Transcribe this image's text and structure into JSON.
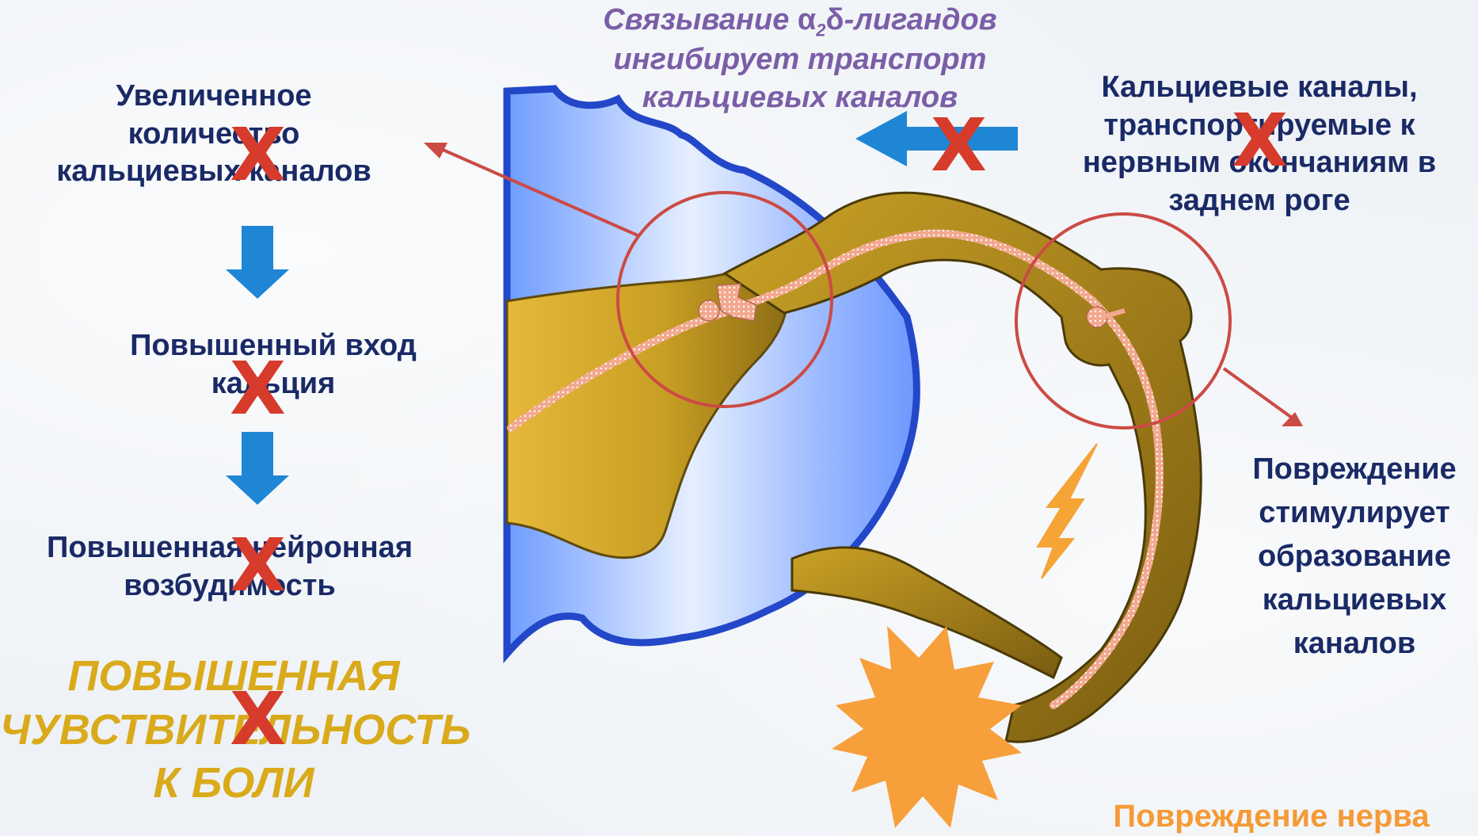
{
  "top_caption": {
    "line1_pre": "Связывание ",
    "line1_alpha": "α",
    "line1_sub": "2",
    "line1_delta": "δ",
    "line1_post": "-лигандов",
    "line2": "ингибирует транспорт",
    "line3": "кальциевых каналов"
  },
  "left_chain": {
    "step1": [
      "Увеличенное",
      "количество",
      "кальциевых каналов"
    ],
    "step2": [
      "Повышенный вход",
      "кальция"
    ],
    "step3": [
      "Повышенная нейронная",
      "возбудимость"
    ],
    "result": [
      "ПОВЫШЕННАЯ",
      "ЧУВСТВИТЕЛЬНОСТЬ",
      "К БОЛИ"
    ]
  },
  "right_labels": {
    "channels": [
      "Кальциевые каналы,",
      "транспортируемые к",
      "нервным окончаниям в",
      "заднем роге"
    ],
    "injury_effect": [
      "Повреждение",
      "стимулирует",
      "образование",
      "кальциевых",
      "каналов"
    ],
    "nerve_injury": "Повреждение нерва"
  },
  "cross_mark": "X",
  "colors": {
    "text": "#1a2a66",
    "cross": "#d63b2b",
    "caption": "#7b5ea7",
    "result": "#d9aa1b",
    "injury": "#f59a36",
    "arrow_blue": "#1f86d6",
    "nerve": "#a3831e",
    "spinal_cord": "#7fa8ff"
  },
  "icons": [
    "arrow-down-icon",
    "arrow-left-icon",
    "lightning-icon",
    "burst-icon"
  ]
}
